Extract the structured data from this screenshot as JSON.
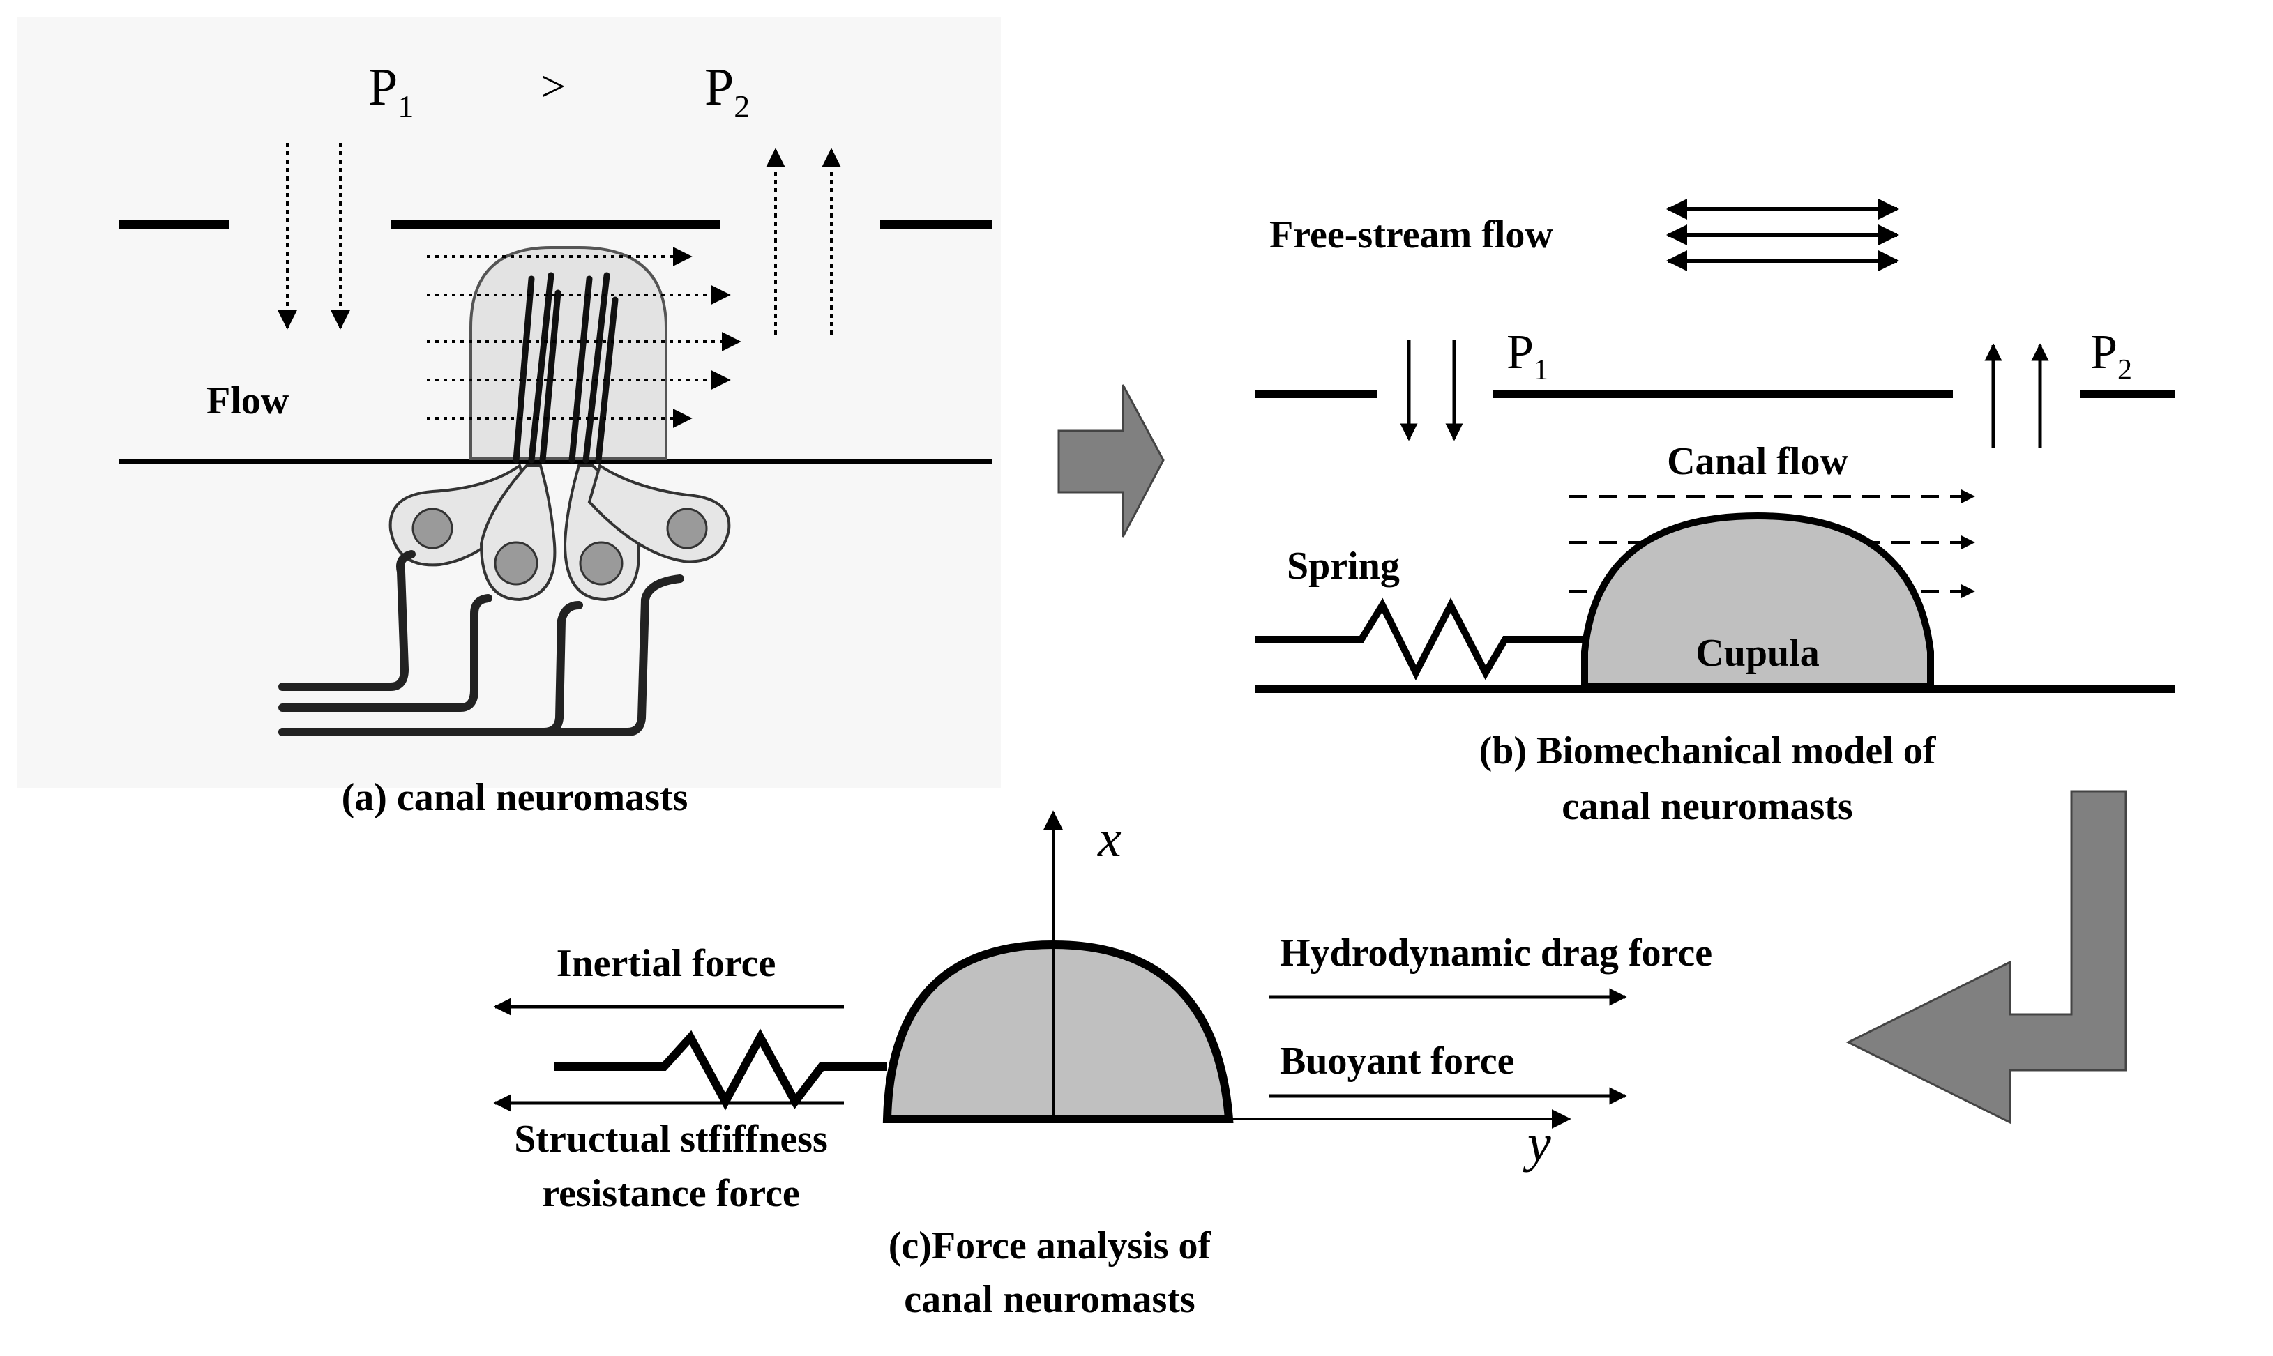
{
  "panel_a": {
    "p1_main": "P",
    "p1_sub": "1",
    "gt": ">",
    "p2_main": "P",
    "p2_sub": "2",
    "flow_label": "Flow",
    "caption": "(a) canal neuromasts"
  },
  "panel_b": {
    "free_stream_label": "Free-stream flow",
    "p1_main": "P",
    "p1_sub": "1",
    "p2_main": "P",
    "p2_sub": "2",
    "canal_flow_label": "Canal flow",
    "spring_label": "Spring",
    "cupula_label": "Cupula",
    "caption_line1": "(b) Biomechanical model of",
    "caption_line2": "canal neuromasts"
  },
  "panel_c": {
    "x_axis_label": "x",
    "y_axis_label": "y",
    "inertial_force": "Inertial force",
    "stiffness_line1": "Structual stfiffness",
    "stiffness_line2": "resistance force",
    "drag_force": "Hydrodynamic drag force",
    "buoyant_force": "Buoyant force",
    "caption_line1": "(c)Force analysis of",
    "caption_line2": "canal neuromasts"
  },
  "colors": {
    "line": "#000000",
    "cupula_fill": "#c0c0c0",
    "process_arrow_fill": "#808080",
    "cell_fill": "#e6e6e6",
    "panel_a_bg": "#f7f7f7"
  }
}
